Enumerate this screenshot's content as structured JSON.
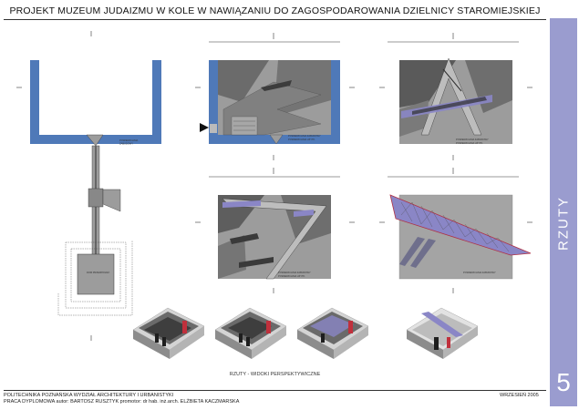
{
  "title": "PROJEKT MUZEUM JUDAIZMU W KOLE W NAWIĄZANIU DO ZAGOSPODAROWANIA DZIELNICY STAROMIEJSKIEJ",
  "side_panel": {
    "label": "RZUTY",
    "number": "5",
    "color": "#9a9ccf"
  },
  "caption": "RZUTY - WIDOKI PERSPEKTYWICZNE",
  "footer": {
    "line1": "POLITECHNIKA POZNAŃSKA   WYDZIAŁ ARCHITEKTURY I URBANISTYKI",
    "line2": "PRACA DYPLOMOWA    autor:  BARTOSZ RUSZTYK         promotor:  dr hab. inż.arch. ELŻBIETA KACZMARSKA",
    "date": "WRZESIEŃ 2005"
  },
  "colors": {
    "wall_blue": "#4f79b8",
    "floor_grey": "#9c9c9c",
    "dark_grey": "#555555",
    "accent_red": "#b03044",
    "accent_violet": "#8a86c6"
  }
}
